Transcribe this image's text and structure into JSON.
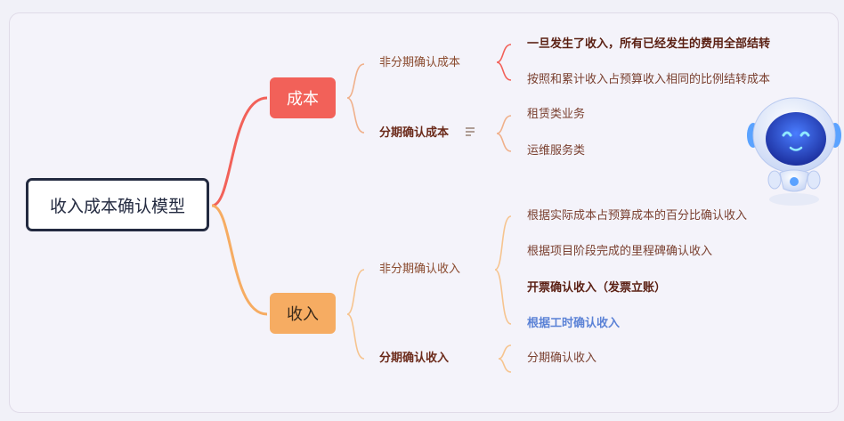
{
  "colors": {
    "cost_branch": "#f26159",
    "revenue_branch": "#f6ac62",
    "root_border": "#232a40",
    "highlight_blue": "#5b82d6",
    "canvas_border": "#6fcfdc"
  },
  "root": {
    "label": "收入成本确认模型"
  },
  "cost": {
    "label": "成本",
    "non_installment": {
      "label": "非分期确认成本",
      "items": [
        "一旦发生了收入，所有已经发生的费用全部结转",
        "按照和累计收入占预算收入相同的比例结转成本"
      ]
    },
    "installment": {
      "label": "分期确认成本",
      "note_icon": "note-lines-icon",
      "items": [
        "租赁类业务",
        "运维服务类"
      ]
    }
  },
  "revenue": {
    "label": "收入",
    "non_installment": {
      "label": "非分期确认收入",
      "items": [
        "根据实际成本占预算成本的百分比确认收入",
        "根据项目阶段完成的里程碑确认收入",
        "开票确认收入（发票立账）",
        "根据工时确认收入"
      ]
    },
    "installment": {
      "label": "分期确认收入",
      "items": [
        "分期确认收入"
      ]
    }
  },
  "mascot": {
    "icon": "robot-mascot-icon"
  }
}
